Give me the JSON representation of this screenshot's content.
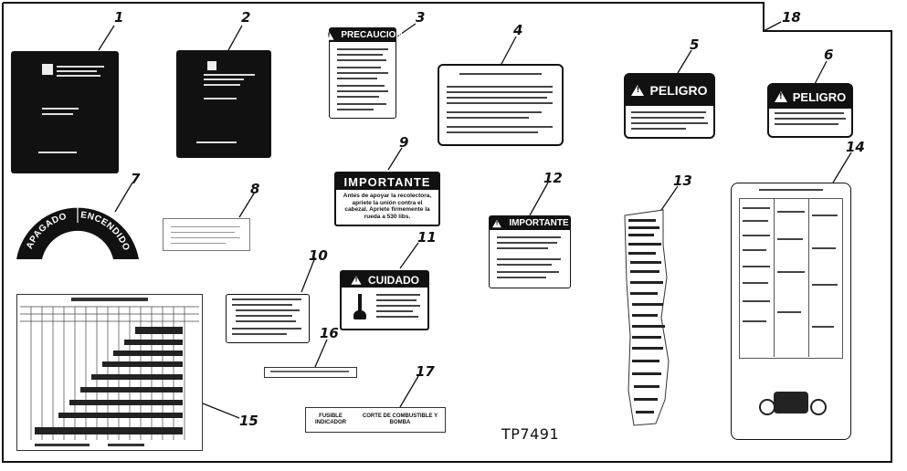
{
  "sheet": {
    "reference": "TP7491"
  },
  "callouts": [
    "1",
    "2",
    "3",
    "4",
    "5",
    "6",
    "7",
    "8",
    "9",
    "10",
    "11",
    "12",
    "13",
    "14",
    "15",
    "16",
    "17",
    "18"
  ],
  "labels": {
    "precaucion": "PRECAUCION",
    "peligro_5": "PELIGRO",
    "peligro_6": "PELIGRO",
    "apagado": "APAGADO",
    "encendido": "ENCENDIDO",
    "importante_9": "IMPORTANTE",
    "importante_9_text": "Antes de apoyar la recolectora, apriete la unión contra el cabezal. Apriete firmemente la rueda a 530 libs.",
    "importante_12": "IMPORTANTE",
    "cuidado": "CUIDADO",
    "fusible": "FUSIBLE INDICADOR",
    "corte": "CORTE DE COMBUSTIBLE Y BOMBA"
  },
  "colors": {
    "ink": "#111111",
    "paper": "#ffffff"
  }
}
